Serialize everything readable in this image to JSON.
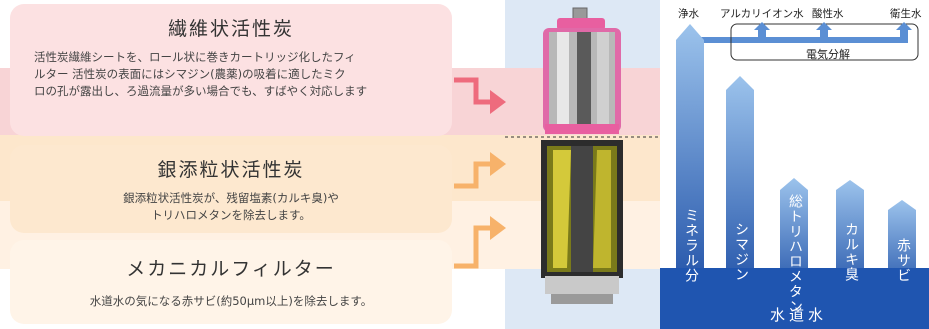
{
  "cards": [
    {
      "title": "繊維状活性炭",
      "desc": "活性炭繊維シートを、ロール状に巻きカートリッジ化したフィ\nルター 活性炭の表面にはシマジン(農薬)の吸着に適したミク\nロの孔が露出し、ろ過流量が多い場合でも、すばやく対応します"
    },
    {
      "title": "銀添粒状活性炭",
      "desc": "銀添粒状活性炭が、残留塩素(カルキ臭)や\nトリハロメタンを除去します。"
    },
    {
      "title": "メカニカルフィルター",
      "desc": "水道水の気になる赤サビ(約50μm以上)を除去します。"
    }
  ],
  "chart": {
    "top_labels": [
      "浄水",
      "アルカリイオン水",
      "酸性水",
      "衛生水"
    ],
    "electrolysis_label": "電気分解",
    "bars": [
      "ミネラル分",
      "シマジン",
      "総トリハロメタン",
      "カルキ臭",
      "赤サビ"
    ],
    "base_label": "水道水"
  },
  "colors": {
    "pink": "#f5c9cc",
    "orange_light": "#fde5c8",
    "orange_lighter": "#fff0e1",
    "card_pink": "#fce1e2",
    "card_orange": "#fde8cf",
    "card_cream": "#fff4e8",
    "arrow_pink": "#ee6b7d",
    "arrow_orange": "#f7b26a",
    "blue": "#2d63b8"
  }
}
